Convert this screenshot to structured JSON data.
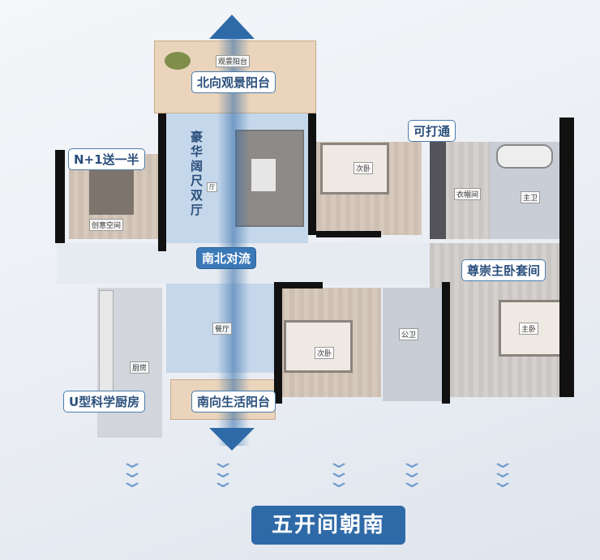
{
  "room_labels": {
    "balcony_north": "观景阳台",
    "creative_space": "创意空间",
    "living_room": "厅",
    "bedroom_2": "次卧",
    "cloakroom": "衣帽间",
    "master_bath": "主卫",
    "master_bedroom": "主卧",
    "public_bath": "公卫",
    "bedroom_3": "次卧",
    "dining": "餐厅",
    "kitchen": "厨房"
  },
  "callouts": {
    "north_balcony": "北向观景阳台",
    "can_connect": "可打通",
    "n_plus_one": "N+1送一半",
    "living_vertical": "豪华阔尺双厅",
    "ventilation": "南北对流",
    "master_suite": "尊崇主卧套间",
    "kitchen": "U型科学厨房",
    "south_balcony": "南向生活阳台"
  },
  "footer_banner": "五开间朝南",
  "colors": {
    "accent": "#3b78b8",
    "axis": "#2f6aa8"
  }
}
